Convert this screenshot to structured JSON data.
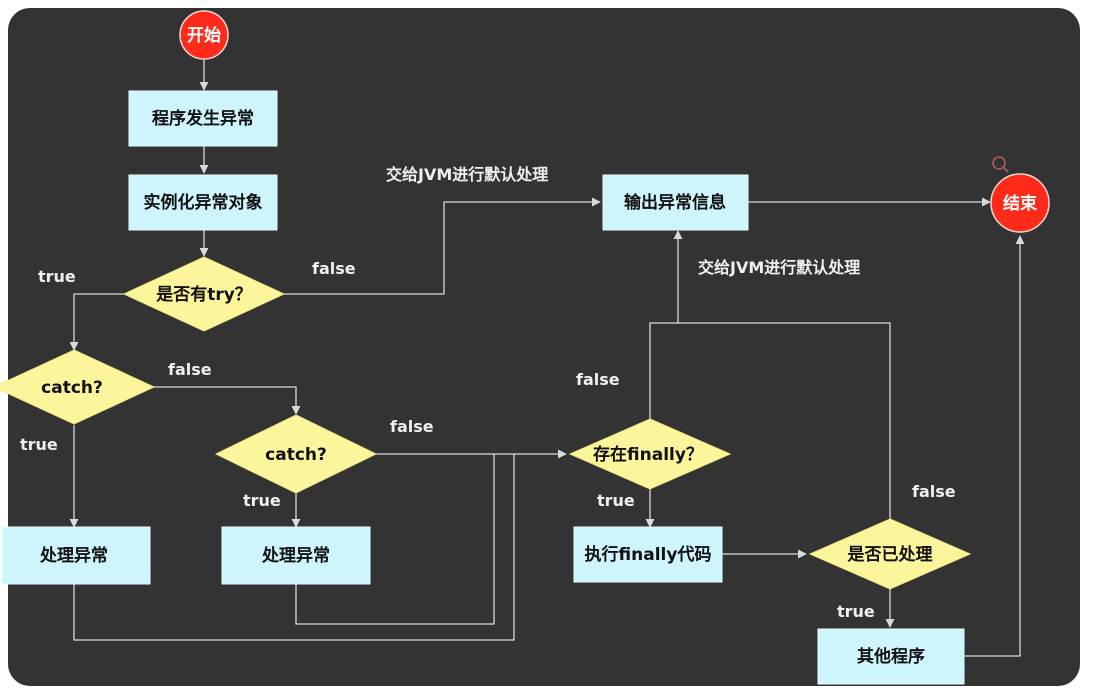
{
  "nodes": {
    "start": "开始",
    "exception_occurs": "程序发生异常",
    "instantiate_exception": "实例化异常对象",
    "has_try": "是否有try？",
    "catch_1": "catch?",
    "catch_2": "catch?",
    "handle_exception_1": "处理异常",
    "handle_exception_2": "处理异常",
    "output_exception_info": "输出异常信息",
    "end": "结束",
    "has_finally": "存在finally？",
    "execute_finally": "执行finally代码",
    "already_handled": "是否已处理",
    "other_program": "其他程序"
  },
  "labels": {
    "jvm_default_top": "交给JVM进行默认处理",
    "jvm_default_mid": "交给JVM进行默认处理",
    "try_true": "true",
    "try_false": "false",
    "catch1_true": "true",
    "catch1_false": "false",
    "catch2_true": "true",
    "catch2_false": "false",
    "finally_true": "true",
    "finally_false": "false",
    "handled_true": "true",
    "handled_false": "false"
  },
  "colors": {
    "background": "#333333",
    "process_fill": "#cdf5fb",
    "decision_fill": "#fbf59b",
    "terminal_fill": "#ff2b1a",
    "line": "#d9d9d9"
  }
}
